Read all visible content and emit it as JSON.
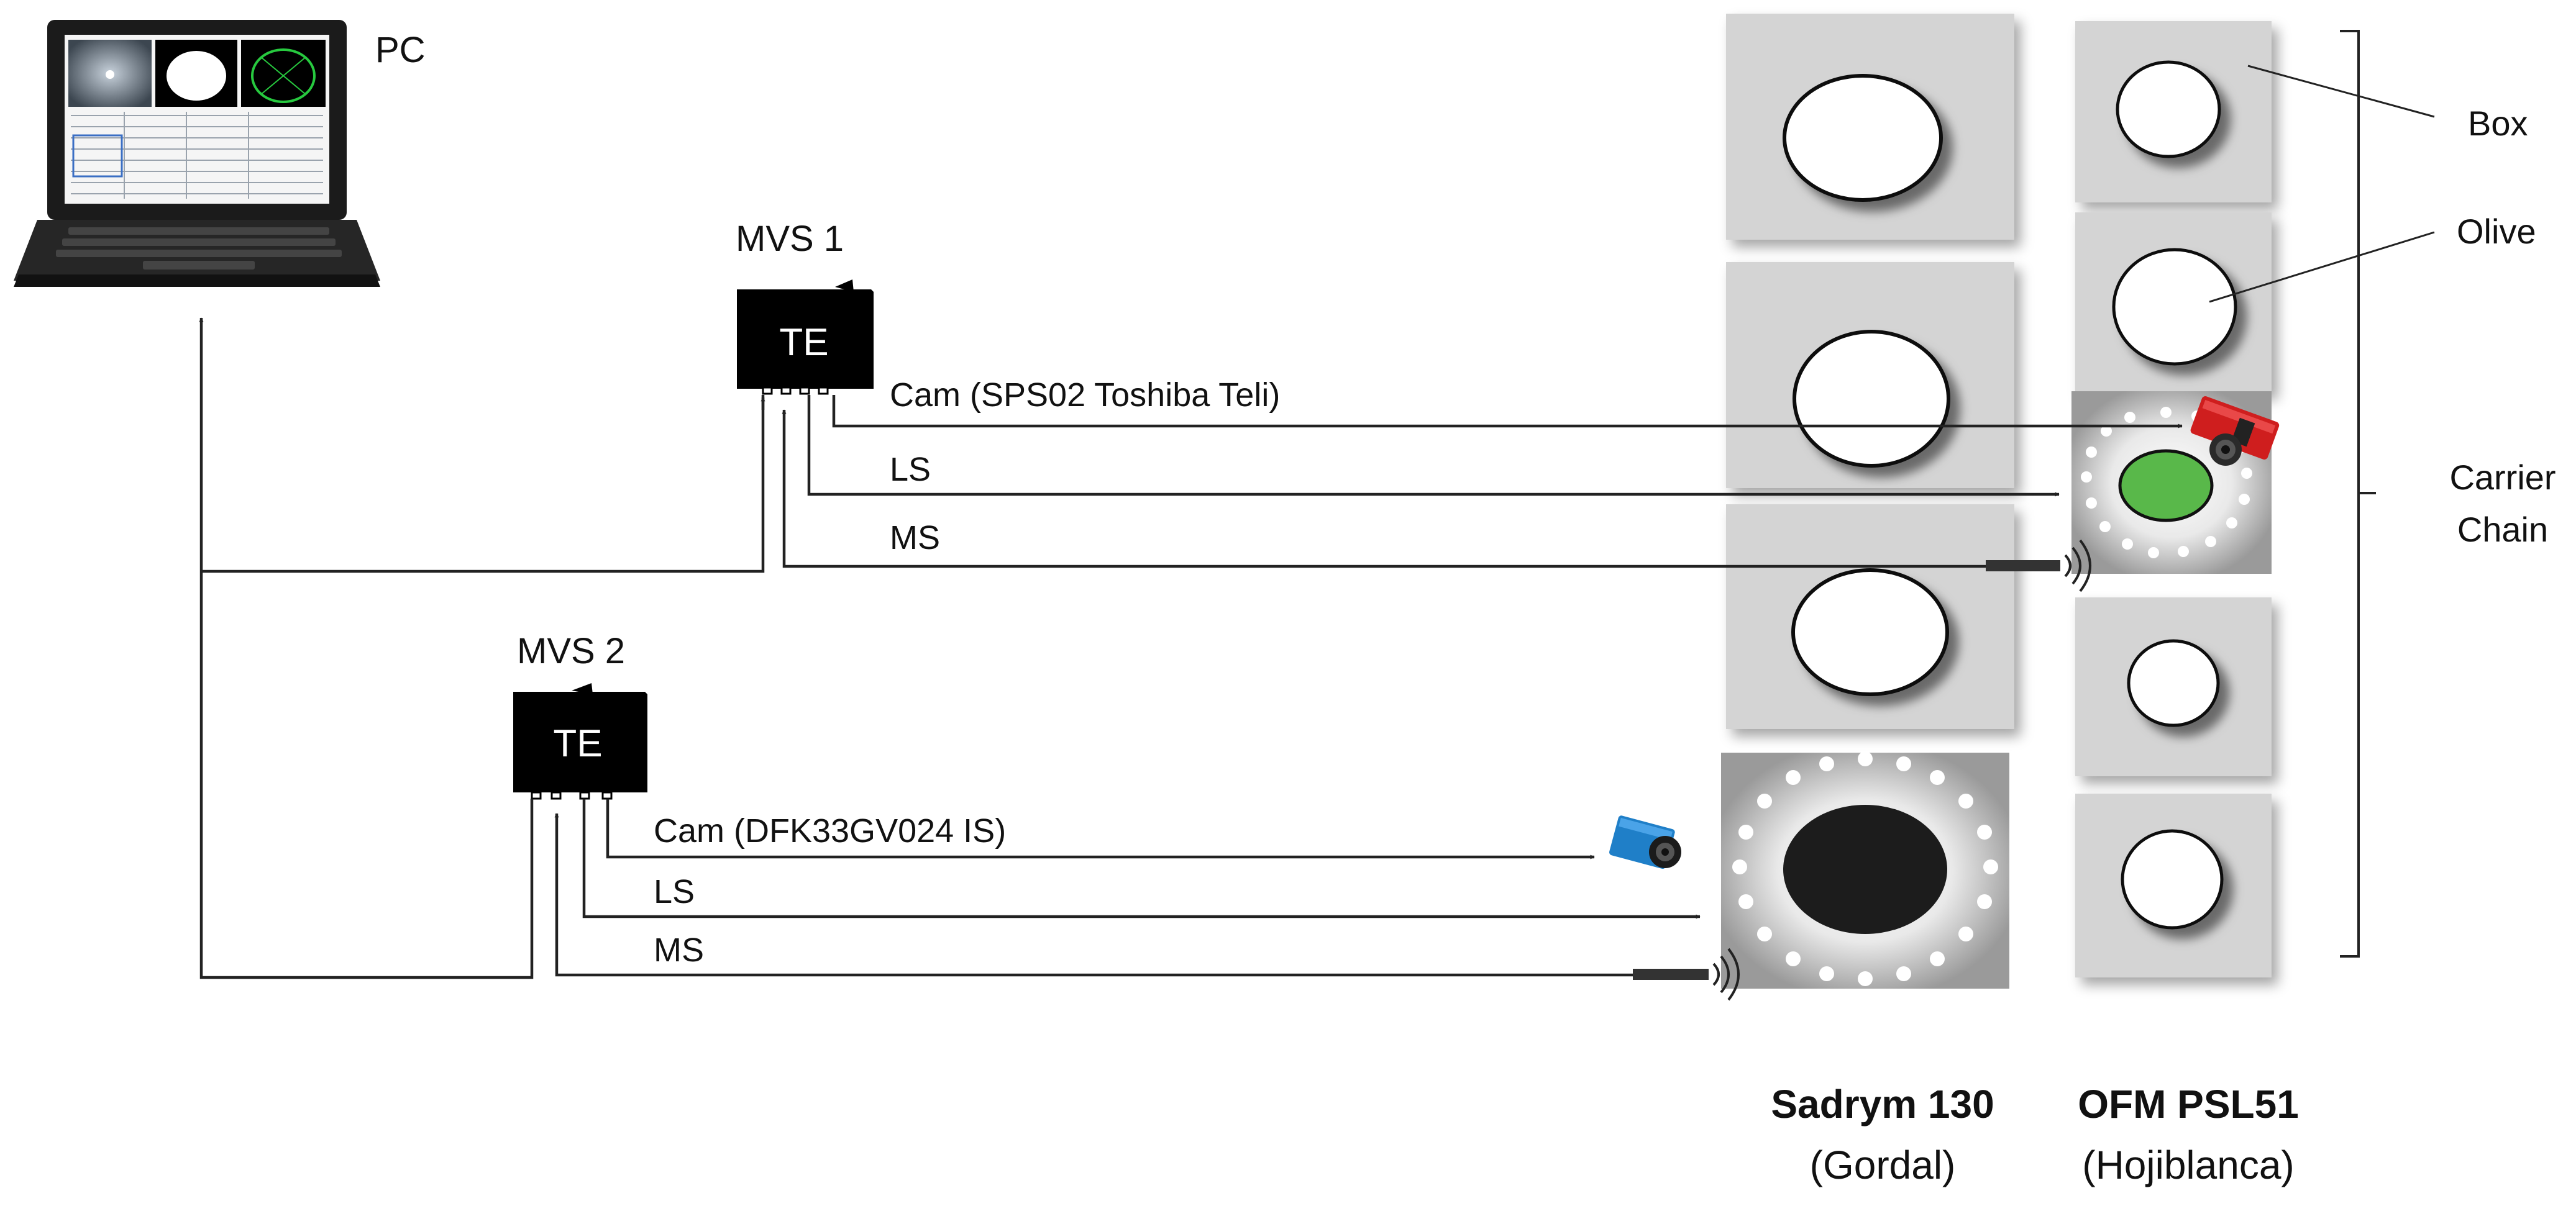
{
  "pc": {
    "label": "PC"
  },
  "mvs1": {
    "label": "MVS 1",
    "brand": "TE",
    "cam_label": "Cam (SPS02 Toshiba Teli)",
    "ls_label": "LS",
    "ms_label": "MS"
  },
  "mvs2": {
    "label": "MVS 2",
    "brand": "TE",
    "cam_label": "Cam (DFK33GV024 IS)",
    "ls_label": "LS",
    "ms_label": "MS"
  },
  "chain": {
    "box_label": "Box",
    "olive_label": "Olive",
    "carrier_label_line1": "Carrier",
    "carrier_label_line2": "Chain"
  },
  "machines": [
    {
      "name": "Sadrym 130",
      "variety": "(Gordal)"
    },
    {
      "name": "OFM PSL51",
      "variety": "(Hojiblanca)"
    }
  ],
  "colors": {
    "lit_olive": "#59b84a",
    "cam1_body": "#cf1e1e",
    "cam2_body": "#1f7fc8",
    "box_fill": "#d4d4d4",
    "wire": "#222222",
    "controller": "#000000"
  }
}
